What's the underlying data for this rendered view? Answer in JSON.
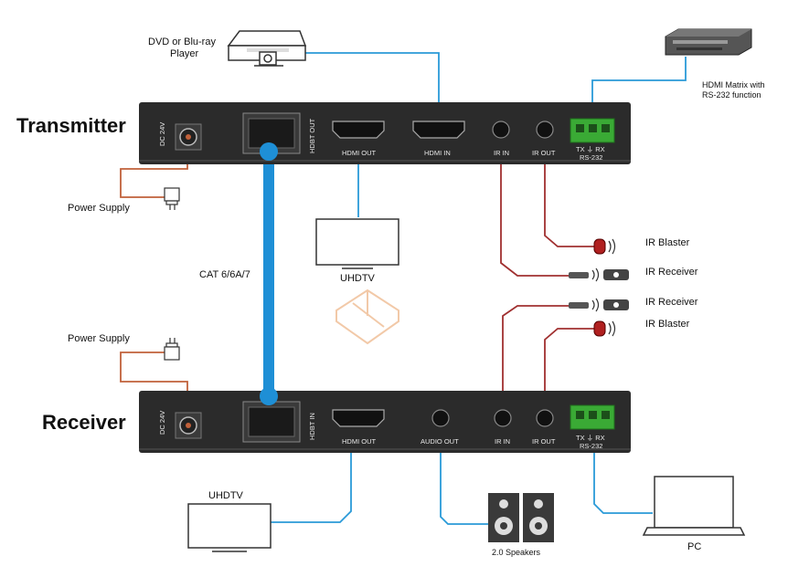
{
  "transmitter": {
    "title": "Transmitter",
    "ports": {
      "dc": "DC 24V",
      "hdbt": "HDBT OUT",
      "hdmi_out": "HDMI OUT",
      "hdmi_in": "HDMI IN",
      "ir_in": "IR IN",
      "ir_out": "IR OUT",
      "rs232_top": "TX  ⏚  RX",
      "rs232_bottom": "RS-232"
    }
  },
  "receiver": {
    "title": "Receiver",
    "ports": {
      "dc": "DC 24V",
      "hdbt": "HDBT IN",
      "hdmi_out": "HDMI OUT",
      "audio_out": "AUDIO OUT",
      "ir_in": "IR IN",
      "ir_out": "IR OUT",
      "rs232_top": "TX  ⏚  RX",
      "rs232_bottom": "RS-232"
    }
  },
  "devices": {
    "dvd_line1": "DVD or Blu-ray",
    "dvd_line2": "Player",
    "matrix_line1": "HDMI Matrix with",
    "matrix_line2": "RS-232 function",
    "power_supply_tx": "Power Supply",
    "power_supply_rx": "Power Supply",
    "uhdtv_tx": "UHDTV",
    "uhdtv_rx": "UHDTV",
    "cable": "CAT 6/6A/7",
    "ir_blaster_tx": "IR Blaster",
    "ir_receiver_tx": "IR Receiver",
    "ir_receiver_rx": "IR Receiver",
    "ir_blaster_rx": "IR Blaster",
    "speakers": "2.0 Speakers",
    "pc": "PC"
  },
  "colors": {
    "panel": "#2b2b2b",
    "hdmi_cable": "#2a9ad8",
    "catx_cable": "#1e8fd6",
    "power_cable": "#c0603a",
    "ir_cable": "#a03030",
    "rs232_green": "#3aaa35"
  }
}
